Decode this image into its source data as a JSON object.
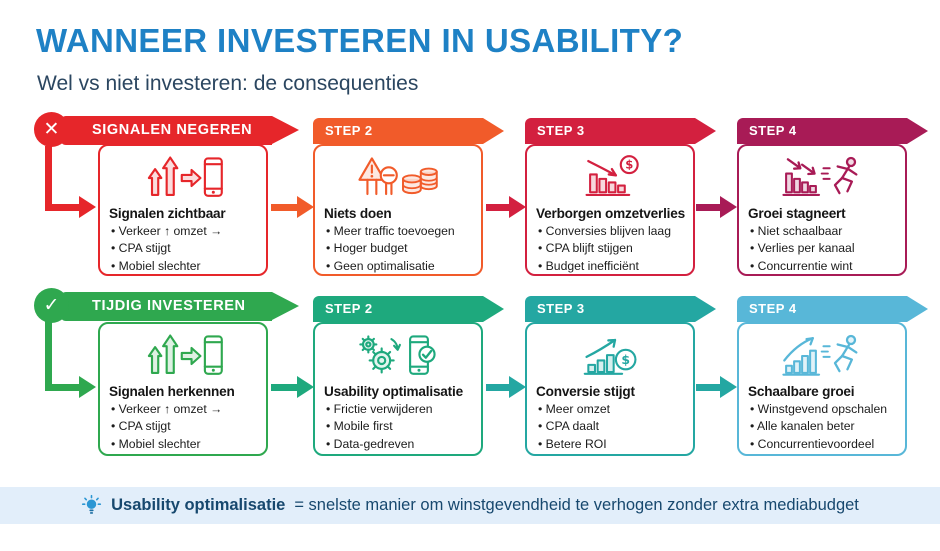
{
  "header": {
    "title": "WANNEER INVESTEREN IN USABILITY?",
    "subtitle": "Wel vs niet investeren: de consequenties"
  },
  "rows": [
    {
      "name": "signalen-negeren",
      "ribbon": {
        "label": "SIGNALEN NEGEREN",
        "icon": "x-icon",
        "glyph": "✕",
        "color": "#e6262a"
      },
      "steps": [
        {
          "label": "",
          "icon": "up-arrows-phone-icon",
          "color": "#e6262a",
          "title": "Signalen zichtbaar",
          "bullets": [
            "Verkeer ↑ omzet →",
            "CPA stijgt",
            "Mobiel slechter"
          ]
        },
        {
          "label": "STEP 2",
          "icon": "warning-coins-icon",
          "color": "#f15b2a",
          "title": "Niets doen",
          "bullets": [
            "Meer traffic toevoegen",
            "Hoger budget",
            "Geen optimalisatie"
          ]
        },
        {
          "label": "STEP 3",
          "icon": "declining-chart-dollar-icon",
          "color": "#d3203f",
          "title": "Verborgen omzetverlies",
          "bullets": [
            "Conversies blijven laag",
            "CPA blijft stijgen",
            "Budget inefficiënt"
          ]
        },
        {
          "label": "STEP 4",
          "icon": "declining-chart-runner-icon",
          "color": "#a81b56",
          "title": "Groei stagneert",
          "bullets": [
            "Niet schaalbaar",
            "Verlies per kanaal",
            "Concurrentie wint"
          ]
        }
      ]
    },
    {
      "name": "tijdig-investeren",
      "ribbon": {
        "label": "TIJDIG INVESTEREN",
        "icon": "check-icon",
        "glyph": "✓",
        "color": "#2fa84f"
      },
      "steps": [
        {
          "label": "",
          "icon": "up-arrows-phone-icon",
          "color": "#2fa84f",
          "title": "Signalen herkennen",
          "bullets": [
            "Verkeer ↑ omzet →",
            "CPA stijgt",
            "Mobiel slechter"
          ]
        },
        {
          "label": "STEP 2",
          "icon": "gears-phone-check-icon",
          "color": "#1ea97d",
          "title": "Usability optimalisatie",
          "bullets": [
            "Frictie verwijderen",
            "Mobile first",
            "Data-gedreven"
          ]
        },
        {
          "label": "STEP 3",
          "icon": "rising-chart-dollar-icon",
          "color": "#24a7a2",
          "title": "Conversie stijgt",
          "bullets": [
            "Meer omzet",
            "CPA daalt",
            "Betere ROI"
          ]
        },
        {
          "label": "STEP 4",
          "icon": "rising-chart-runner-icon",
          "color": "#58b7d8",
          "title": "Schaalbare groei",
          "bullets": [
            "Winstgevend opschalen",
            "Alle kanalen beter",
            "Concurrentievoordeel"
          ]
        }
      ]
    }
  ],
  "footer": {
    "icon": "lightbulb-icon",
    "highlight": "Usability optimalisatie",
    "text": "= snelste manier om winstgevendheid te verhogen zonder extra mediabudget"
  },
  "palette": {
    "title_blue": "#1e81c5",
    "subtitle_navy": "#2b4660",
    "row_negative": [
      "#e6262a",
      "#f15b2a",
      "#d3203f",
      "#a81b56"
    ],
    "row_positive": [
      "#2fa84f",
      "#1ea97d",
      "#24a7a2",
      "#58b7d8"
    ],
    "footer_bg": "#e2eefa",
    "footer_text": "#17486e"
  }
}
